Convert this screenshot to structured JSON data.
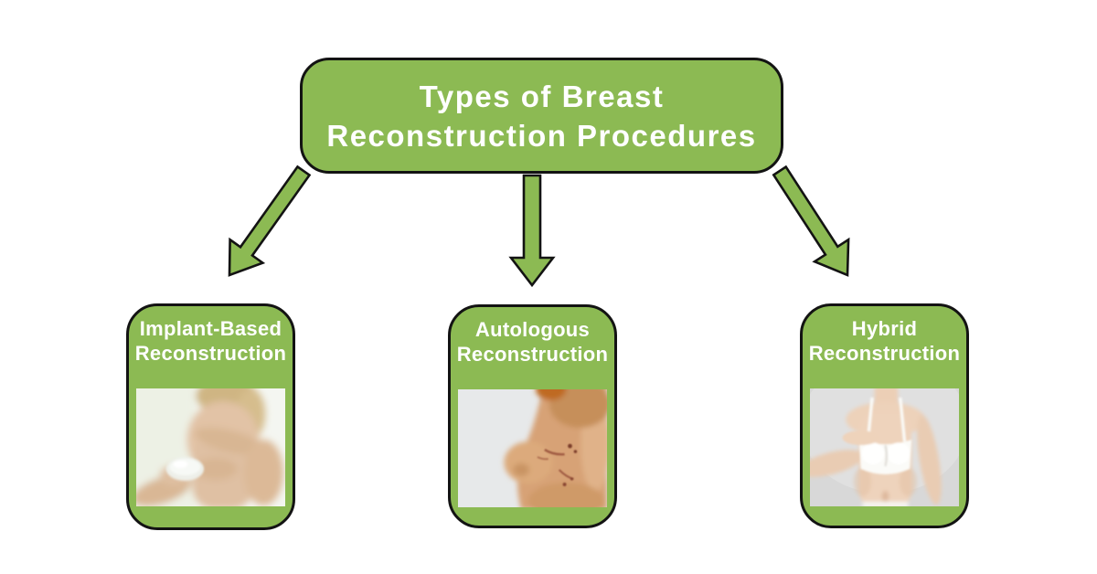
{
  "palette": {
    "canvas_bg": "#ffffff",
    "node_fill": "#8cba53",
    "node_border": "#131313",
    "label_color": "#ffffff"
  },
  "header": {
    "title": "Types of Breast Reconstruction Procedures",
    "title_lines": [
      "Types of Breast",
      "Reconstruction Procedures"
    ]
  },
  "nodes": [
    {
      "id": "implant-based",
      "label": "Implant-Based Reconstruction",
      "label_lines": [
        "Implant-Based",
        "Reconstruction"
      ],
      "image_name": "photo-woman-holding-breast-implant"
    },
    {
      "id": "autologous",
      "label": "Autologous Reconstruction",
      "label_lines": [
        "Autologous",
        "Reconstruction"
      ],
      "image_name": "photo-reconstructed-breast-profile-with-scars"
    },
    {
      "id": "hybrid",
      "label": "Hybrid Reconstruction",
      "label_lines": [
        "Hybrid",
        "Reconstruction"
      ],
      "image_name": "photo-woman-in-white-bra-touching-chest"
    }
  ],
  "connectors": [
    {
      "from": "title",
      "to": "implant-based",
      "direction": "down-left"
    },
    {
      "from": "title",
      "to": "autologous",
      "direction": "down"
    },
    {
      "from": "title",
      "to": "hybrid",
      "direction": "down-right"
    }
  ]
}
